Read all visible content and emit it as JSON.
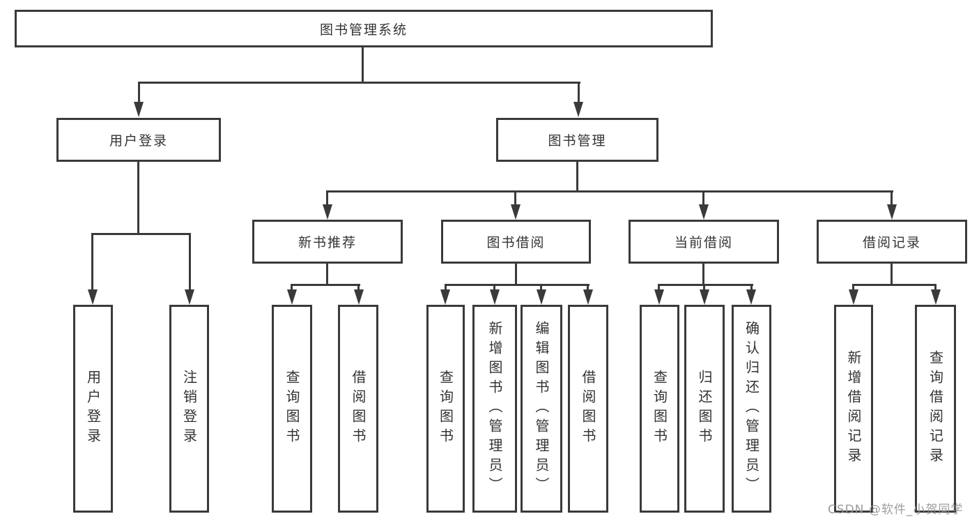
{
  "diagram": {
    "watermark": "CSDN @软件_小贺同学",
    "colors": {
      "background": "#ffffff",
      "line": "#3a3a3a",
      "text": "#333333",
      "watermark": "#949494"
    },
    "nodes": [
      {
        "id": "root",
        "label": "图书管理系统",
        "level": 1,
        "parent": null
      },
      {
        "id": "user-login",
        "label": "用户登录",
        "level": 2,
        "parent": "root"
      },
      {
        "id": "book-mgmt",
        "label": "图书管理",
        "level": 2,
        "parent": "root"
      },
      {
        "id": "new-book-rec",
        "label": "新书推荐",
        "level": 3,
        "parent": "book-mgmt"
      },
      {
        "id": "book-borrow",
        "label": "图书借阅",
        "level": 3,
        "parent": "book-mgmt"
      },
      {
        "id": "current-borrow",
        "label": "当前借阅",
        "level": 3,
        "parent": "book-mgmt"
      },
      {
        "id": "borrow-records",
        "label": "借阅记录",
        "level": 3,
        "parent": "book-mgmt"
      },
      {
        "id": "leaf-user-login",
        "label": "用户登录",
        "level": 4,
        "parent": "user-login"
      },
      {
        "id": "leaf-logout",
        "label": "注销登录",
        "level": 4,
        "parent": "user-login"
      },
      {
        "id": "leaf-query-book-1",
        "label": "查询图书",
        "level": 4,
        "parent": "new-book-rec"
      },
      {
        "id": "leaf-borrow-book-1",
        "label": "借阅图书",
        "level": 4,
        "parent": "new-book-rec"
      },
      {
        "id": "leaf-query-book-2",
        "label": "查询图书",
        "level": 4,
        "parent": "book-borrow"
      },
      {
        "id": "leaf-add-book",
        "label": "新增图书（管理员）",
        "level": 4,
        "parent": "book-borrow"
      },
      {
        "id": "leaf-edit-book",
        "label": "编辑图书（管理员）",
        "level": 4,
        "parent": "book-borrow"
      },
      {
        "id": "leaf-borrow-book-2",
        "label": "借阅图书",
        "level": 4,
        "parent": "book-borrow"
      },
      {
        "id": "leaf-query-book-3",
        "label": "查询图书",
        "level": 4,
        "parent": "current-borrow"
      },
      {
        "id": "leaf-return-book",
        "label": "归还图书",
        "level": 4,
        "parent": "current-borrow"
      },
      {
        "id": "leaf-confirm-return",
        "label": "确认归还（管理员）",
        "level": 4,
        "parent": "current-borrow"
      },
      {
        "id": "leaf-add-record",
        "label": "新增借阅记录",
        "level": 4,
        "parent": "borrow-records"
      },
      {
        "id": "leaf-query-record",
        "label": "查询借阅记录",
        "level": 4,
        "parent": "borrow-records"
      }
    ]
  }
}
